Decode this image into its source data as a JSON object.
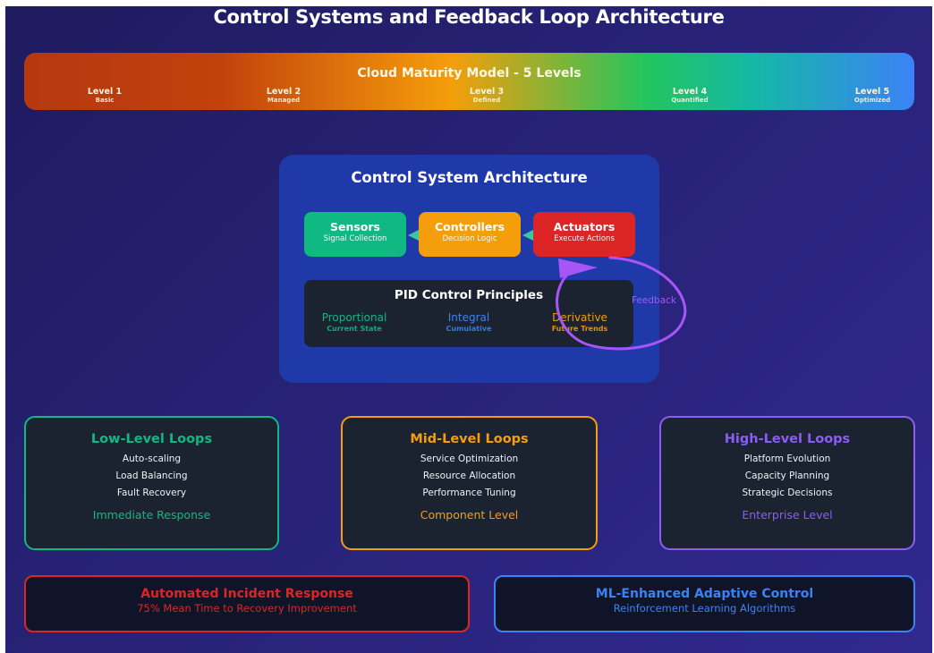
{
  "title": "Control Systems and Feedback Loop Architecture",
  "maturity": {
    "title": "Cloud Maturity Model - 5 Levels",
    "levels": [
      {
        "label": "Level 1",
        "desc": "Basic"
      },
      {
        "label": "Level 2",
        "desc": "Managed"
      },
      {
        "label": "Level 3",
        "desc": "Defined"
      },
      {
        "label": "Level 4",
        "desc": "Quantified"
      },
      {
        "label": "Level 5",
        "desc": "Optimized"
      }
    ],
    "gradient_colors": [
      "#b5380f",
      "#c2410c",
      "#f59e0b",
      "#22c55e",
      "#14b8a6",
      "#3b82f6"
    ]
  },
  "architecture": {
    "title": "Control System Architecture",
    "components": [
      {
        "name": "Sensors",
        "desc": "Signal Collection",
        "color": "#10b981"
      },
      {
        "name": "Controllers",
        "desc": "Decision Logic",
        "color": "#f59e0b"
      },
      {
        "name": "Actuators",
        "desc": "Execute Actions",
        "color": "#dc2626"
      }
    ],
    "pid": {
      "title": "PID Control Principles",
      "items": [
        {
          "name": "Proportional",
          "desc": "Current State",
          "color": "#10b981"
        },
        {
          "name": "Integral",
          "desc": "Cumulative",
          "color": "#3b82f6"
        },
        {
          "name": "Derivative",
          "desc": "Future Trends",
          "color": "#f59e0b"
        }
      ]
    },
    "feedback_label": "Feedback",
    "feedback_color": "#a855f7"
  },
  "loops": [
    {
      "title": "Low-Level Loops",
      "items": [
        "Auto-scaling",
        "Load Balancing",
        "Fault Recovery"
      ],
      "footer": "Immediate Response",
      "color": "#10b981"
    },
    {
      "title": "Mid-Level Loops",
      "items": [
        "Service Optimization",
        "Resource Allocation",
        "Performance Tuning"
      ],
      "footer": "Component Level",
      "color": "#f59e0b"
    },
    {
      "title": "High-Level Loops",
      "items": [
        "Platform Evolution",
        "Capacity Planning",
        "Strategic Decisions"
      ],
      "footer": "Enterprise Level",
      "color": "#8b5cf6"
    }
  ],
  "highlights": [
    {
      "title": "Automated Incident Response",
      "subtitle": "75% Mean Time to Recovery Improvement",
      "color": "#dc2626"
    },
    {
      "title": "ML-Enhanced Adaptive Control",
      "subtitle": "Reinforcement Learning Algorithms",
      "color": "#3b82f6"
    }
  ]
}
